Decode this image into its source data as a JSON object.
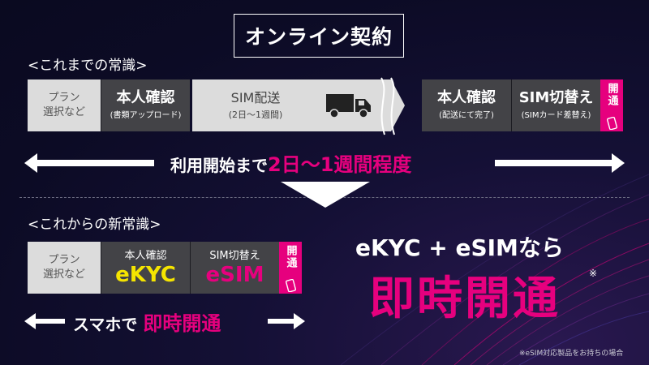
{
  "title": "オンライン契約",
  "old": {
    "label": "<これまでの常識>",
    "plan": "プラン\n選択など",
    "verify_title": "本人確認",
    "verify_sub": "(書類アップロード)",
    "delivery_title": "SIM配送",
    "delivery_sub": "(2日〜1週間)",
    "verify2_title": "本人確認",
    "verify2_sub": "(配送にて完了)",
    "switch_title": "SIM切替え",
    "switch_sub": "(SIMカード差替え)",
    "kaitsu": "開通",
    "arrow_text_prefix": "利用開始まで",
    "arrow_text_highlight": "2日〜1週間程度"
  },
  "new": {
    "label": "<これからの新常識>",
    "plan": "プラン\n選択など",
    "verify_title": "本人確認",
    "verify_value": "eKYC",
    "switch_title": "SIM切替え",
    "switch_value": "eSIM",
    "kaitsu": "開通",
    "arrow_text_prefix": "スマホで",
    "arrow_text_highlight": "即時開通"
  },
  "promo": {
    "line1": "eKYC + eSIMなら",
    "line2": "即時開通",
    "asterisk": "※"
  },
  "footnote": "※eSIM対応製品をお持ちの場合",
  "colors": {
    "accent_pink": "#e6007e",
    "ekyc_yellow": "#f5e400",
    "box_light": "#dcdcdc",
    "box_dark": "#434347"
  }
}
